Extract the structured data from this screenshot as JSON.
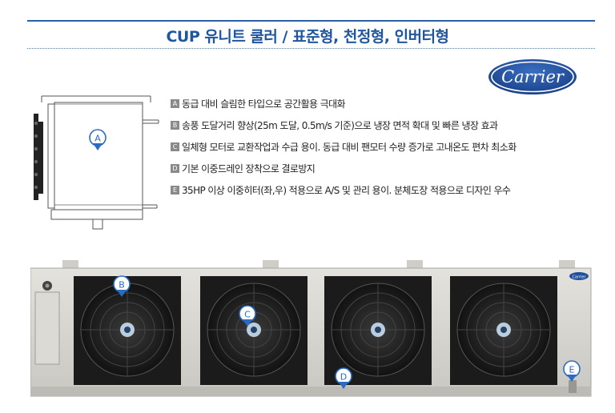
{
  "header": {
    "title": "CUP 유니트 쿨러 / 표준형, 천정형, 인버터형"
  },
  "brand": {
    "logo_text": "Carrier",
    "logo_color": "#1f4e9c"
  },
  "features": [
    {
      "marker": "A",
      "text": "동급 대비 슬림한 타입으로 공간활용 극대화"
    },
    {
      "marker": "B",
      "text": "송풍 도달거리 향상(25m 도달, 0.5m/s 기준)으로 냉장 면적 확대 및 빠른 냉장 효과"
    },
    {
      "marker": "C",
      "text": "일체형 모터로 교환작업과 수급 용이. 동급 대비 팬모터 수량 증가로 고내온도 편차 최소화"
    },
    {
      "marker": "D",
      "text": "기본 이중드레인 장착으로 결로방지"
    },
    {
      "marker": "E",
      "text": "35HP 이상 이중히터(좌,우) 적용으로 A/S 및 관리 용이. 분체도장 적용으로 디자인 우수"
    }
  ],
  "callouts": {
    "side": "A",
    "fan_guard": "B",
    "motor": "C",
    "drain": "D",
    "heater": "E",
    "color": "#2a6bc4"
  },
  "unit_badge": "Carrier",
  "colors": {
    "accent": "#1f56a0",
    "casing": "#d9d7d2",
    "fan_panel": "#1b1b1b"
  }
}
